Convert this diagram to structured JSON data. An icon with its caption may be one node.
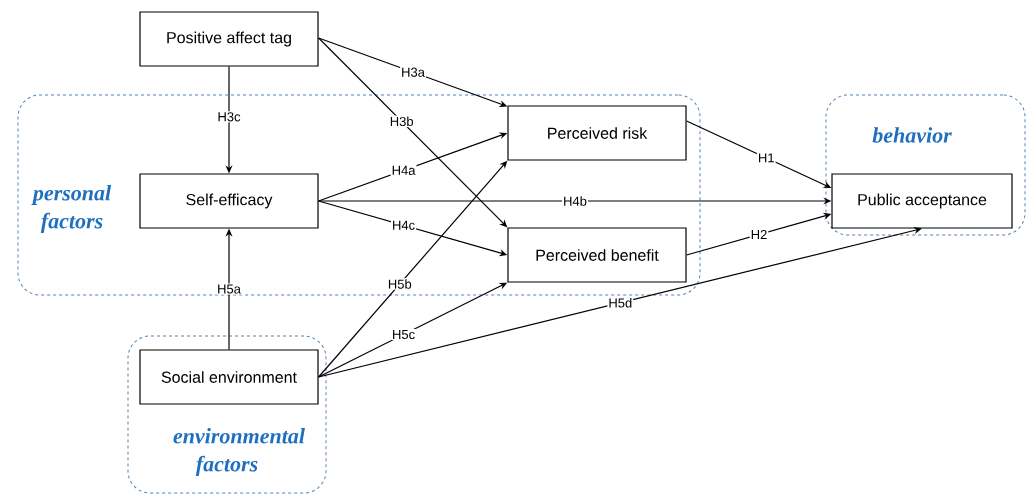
{
  "diagram": {
    "nodes": [
      {
        "text": [
          "Positive affect tag"
        ]
      },
      {
        "text": [
          "personal factors"
        ]
      },
      {
        "text": [
          "Self-efficacy"
        ],
        "in": 1
      },
      {
        "text": [
          "Perceived risk"
        ],
        "in": 1
      },
      {
        "text": [
          "Perceived benefit"
        ],
        "in": 1
      },
      {
        "text": [
          "behavior"
        ]
      },
      {
        "text": [
          "Public acceptance"
        ],
        "in": 5
      },
      {
        "text": [
          "environmental factors"
        ]
      },
      {
        "text": [
          "Social environment"
        ],
        "in": 7
      }
    ],
    "edges": [
      {
        "from": 0,
        "to": 3,
        "arrow": "to",
        "label": "H3a"
      },
      {
        "from": 0,
        "to": 4,
        "arrow": "to",
        "label": "H3b"
      },
      {
        "from": 0,
        "to": 2,
        "arrow": "to",
        "label": "H3c"
      },
      {
        "from": 2,
        "to": 3,
        "arrow": "to",
        "label": "H4a"
      },
      {
        "from": 2,
        "to": 6,
        "arrow": "to",
        "label": "H4b"
      },
      {
        "from": 2,
        "to": 4,
        "arrow": "to",
        "label": "H4c"
      },
      {
        "from": 8,
        "to": 2,
        "arrow": "to",
        "label": "H5a"
      },
      {
        "from": 8,
        "to": 3,
        "arrow": "to",
        "label": "H5b"
      },
      {
        "from": 8,
        "to": 4,
        "arrow": "to",
        "label": "H5c"
      },
      {
        "from": 8,
        "to": 6,
        "arrow": "to",
        "label": "H5d"
      },
      {
        "from": 3,
        "to": 6,
        "arrow": "to",
        "label": "H1"
      },
      {
        "from": 4,
        "to": 6,
        "arrow": "to",
        "label": "H2"
      }
    ]
  }
}
